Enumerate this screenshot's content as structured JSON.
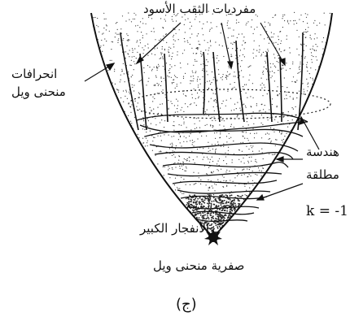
{
  "labels": {
    "top": "مفرديات الثقب الأسود",
    "left_line1": "انحرافات",
    "left_line2": "منحنى ويل",
    "right_line1": "هندسة",
    "right_line2": "مطلقة",
    "k_value": "k = -1",
    "big_bang": "الانفجار الكبير",
    "weyl_zero": "صفرية منحنى ويل",
    "caption": "(ج)"
  }
}
